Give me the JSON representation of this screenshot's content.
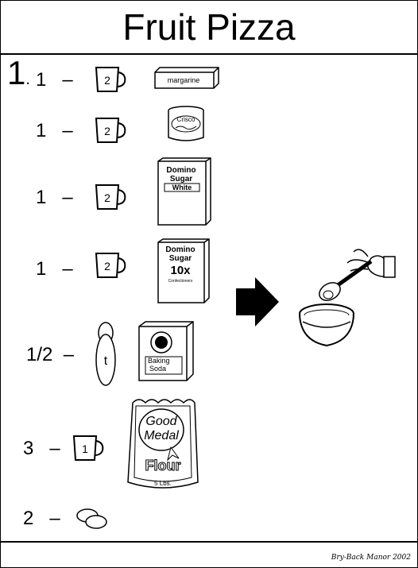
{
  "title": "Fruit Pizza",
  "step": {
    "number": "1",
    "dot": "."
  },
  "rows": [
    {
      "qty": "1",
      "dash": "–",
      "cup": "2",
      "item_label": "margarine"
    },
    {
      "qty": "1",
      "dash": "–",
      "cup": "2",
      "item_label": "Crisco"
    },
    {
      "qty": "1",
      "dash": "–",
      "cup": "2",
      "item_label_1": "Domino",
      "item_label_2": "Sugar",
      "item_label_3": "White"
    },
    {
      "qty": "1",
      "dash": "–",
      "cup": "2",
      "item_label_1": "Domino",
      "item_label_2": "Sugar",
      "item_label_3": "10x",
      "item_label_4": "Confectioners"
    },
    {
      "qty": "1/2",
      "dash": "–",
      "spoon": "t",
      "item_label_1": "Baking",
      "item_label_2": "Soda"
    },
    {
      "qty": "3",
      "dash": "–",
      "cup": "1",
      "item_label_1": "Good",
      "item_label_2": "Medal",
      "item_label_3": "Flour",
      "item_label_4": "5 Lbs."
    },
    {
      "qty": "2",
      "dash": "–",
      "item_label": ""
    }
  ],
  "credit": "Bry-Back Manor 2002",
  "icons": [
    "measuring-cup-icon",
    "margarine-box-icon",
    "crisco-can-icon",
    "sugar-box-icon",
    "teaspoon-icon",
    "baking-soda-box-icon",
    "flour-bag-icon",
    "eggs-icon",
    "arrow-right-icon",
    "mixing-bowl-icon"
  ]
}
